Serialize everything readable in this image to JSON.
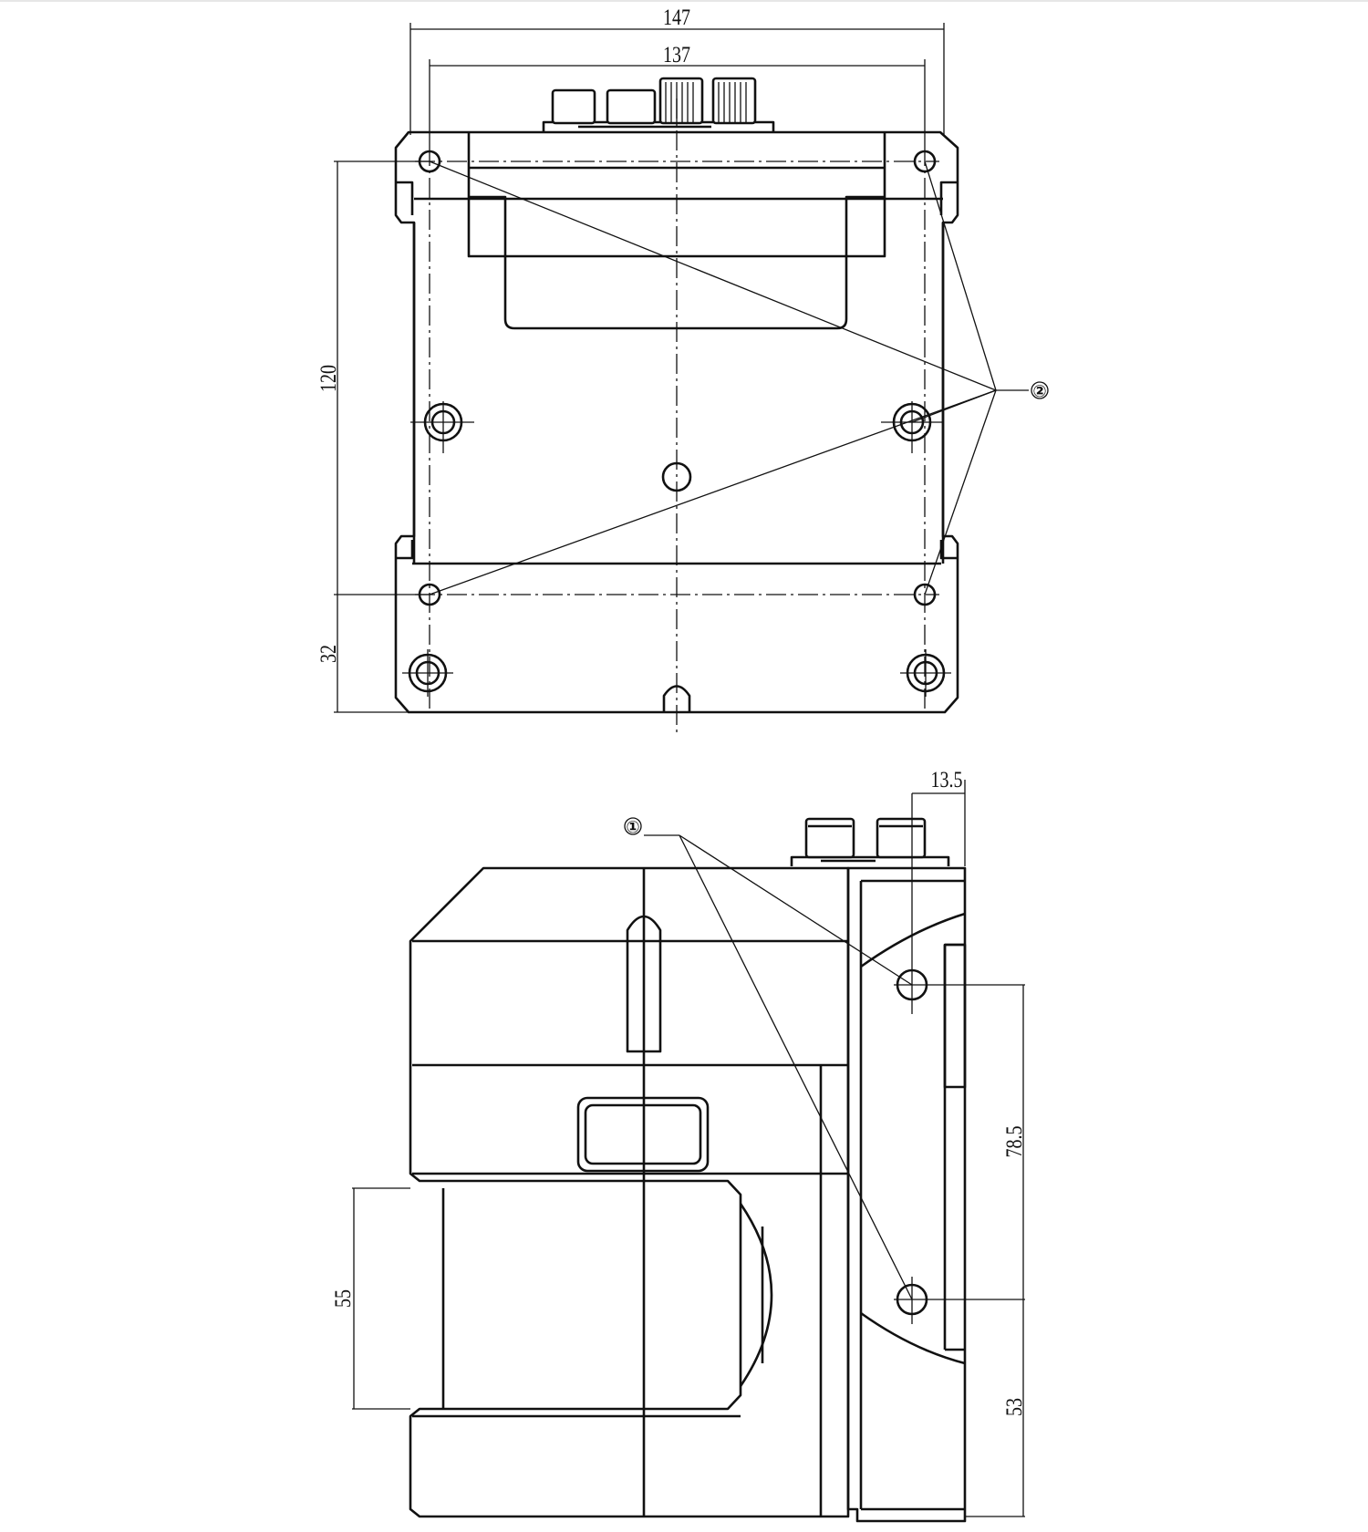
{
  "drawing": {
    "top_view": {
      "dims": {
        "overall_width": "147",
        "hole_spacing_width": "137",
        "hole_spacing_height": "120",
        "bottom_offset": "32"
      },
      "callout": "②"
    },
    "side_view": {
      "dims": {
        "connector_offset": "13.5",
        "hole_spacing": "78.5",
        "bottom_offset": "53",
        "window_height": "55"
      },
      "callout": "①"
    }
  }
}
